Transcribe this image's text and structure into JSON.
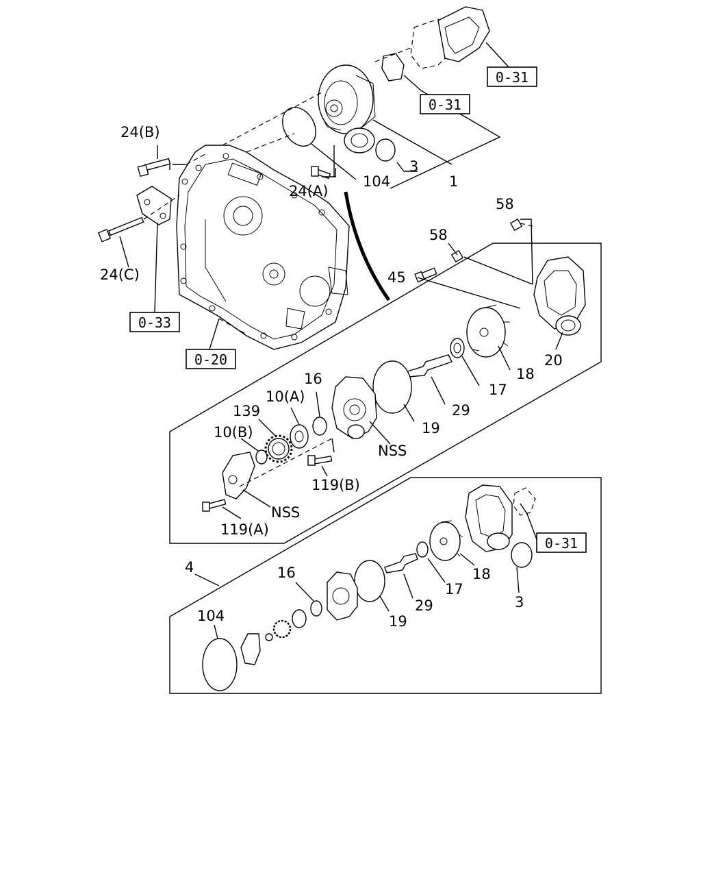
{
  "labels": {
    "l24b": "24(B)",
    "l24a": "24(A)",
    "l24c": "24(C)",
    "l104a": "104",
    "l3a": "3",
    "l1": "1",
    "l58a": "58",
    "l58b": "58",
    "l45": "45",
    "l20": "20",
    "l18a": "18",
    "l17a": "17",
    "l29a": "29",
    "l19a": "19",
    "l16a": "16",
    "l10a": "10(A)",
    "l139": "139",
    "l10b": "10(B)",
    "lnss1": "NSS",
    "l119b": "119(B)",
    "lnss2": "NSS",
    "l119a": "119(A)",
    "l4": "4",
    "l16b": "16",
    "l104b": "104",
    "l19b": "19",
    "l29b": "29",
    "l17b": "17",
    "l18b": "18",
    "l3b": "3"
  },
  "refs": {
    "r031a": "0-31",
    "r031b": "0-31",
    "r031c": "0-31",
    "r033": "0-33",
    "r020": "0-20"
  }
}
